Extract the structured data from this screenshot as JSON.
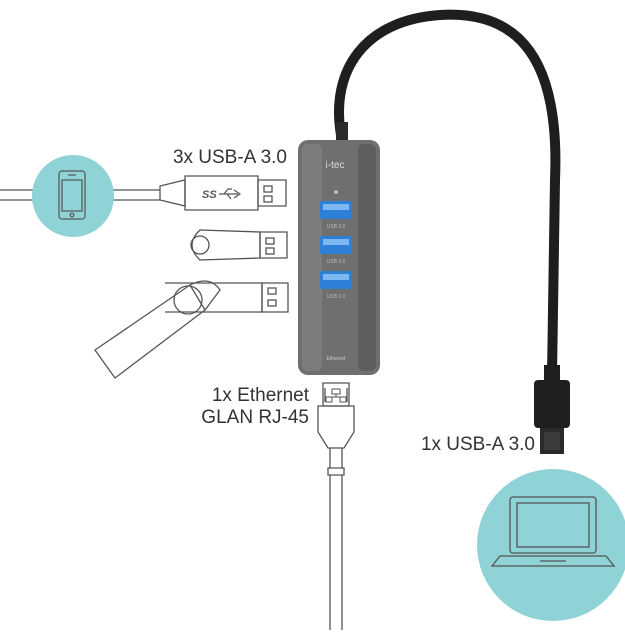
{
  "labels": {
    "usb_ports": "3x USB-A 3.0",
    "ethernet_line1": "1x Ethernet",
    "ethernet_line2": "GLAN RJ-45",
    "host": "1x USB-A 3.0"
  },
  "hub": {
    "brand": "i-tec",
    "port_label": "USB 3.0",
    "ethernet_label": "Ethernet",
    "usb_logo": "SS"
  },
  "colors": {
    "circle_accent": "#8fd3d6",
    "hub_body": "#6f6f6f",
    "usb_port_blue": "#2e7fd6",
    "cable": "#1e1e1e",
    "outline": "#555555"
  },
  "icons": {
    "phone": "smartphone-icon",
    "laptop": "laptop-icon",
    "usb_logo": "usb-superspeed-icon",
    "network": "network-icon"
  }
}
